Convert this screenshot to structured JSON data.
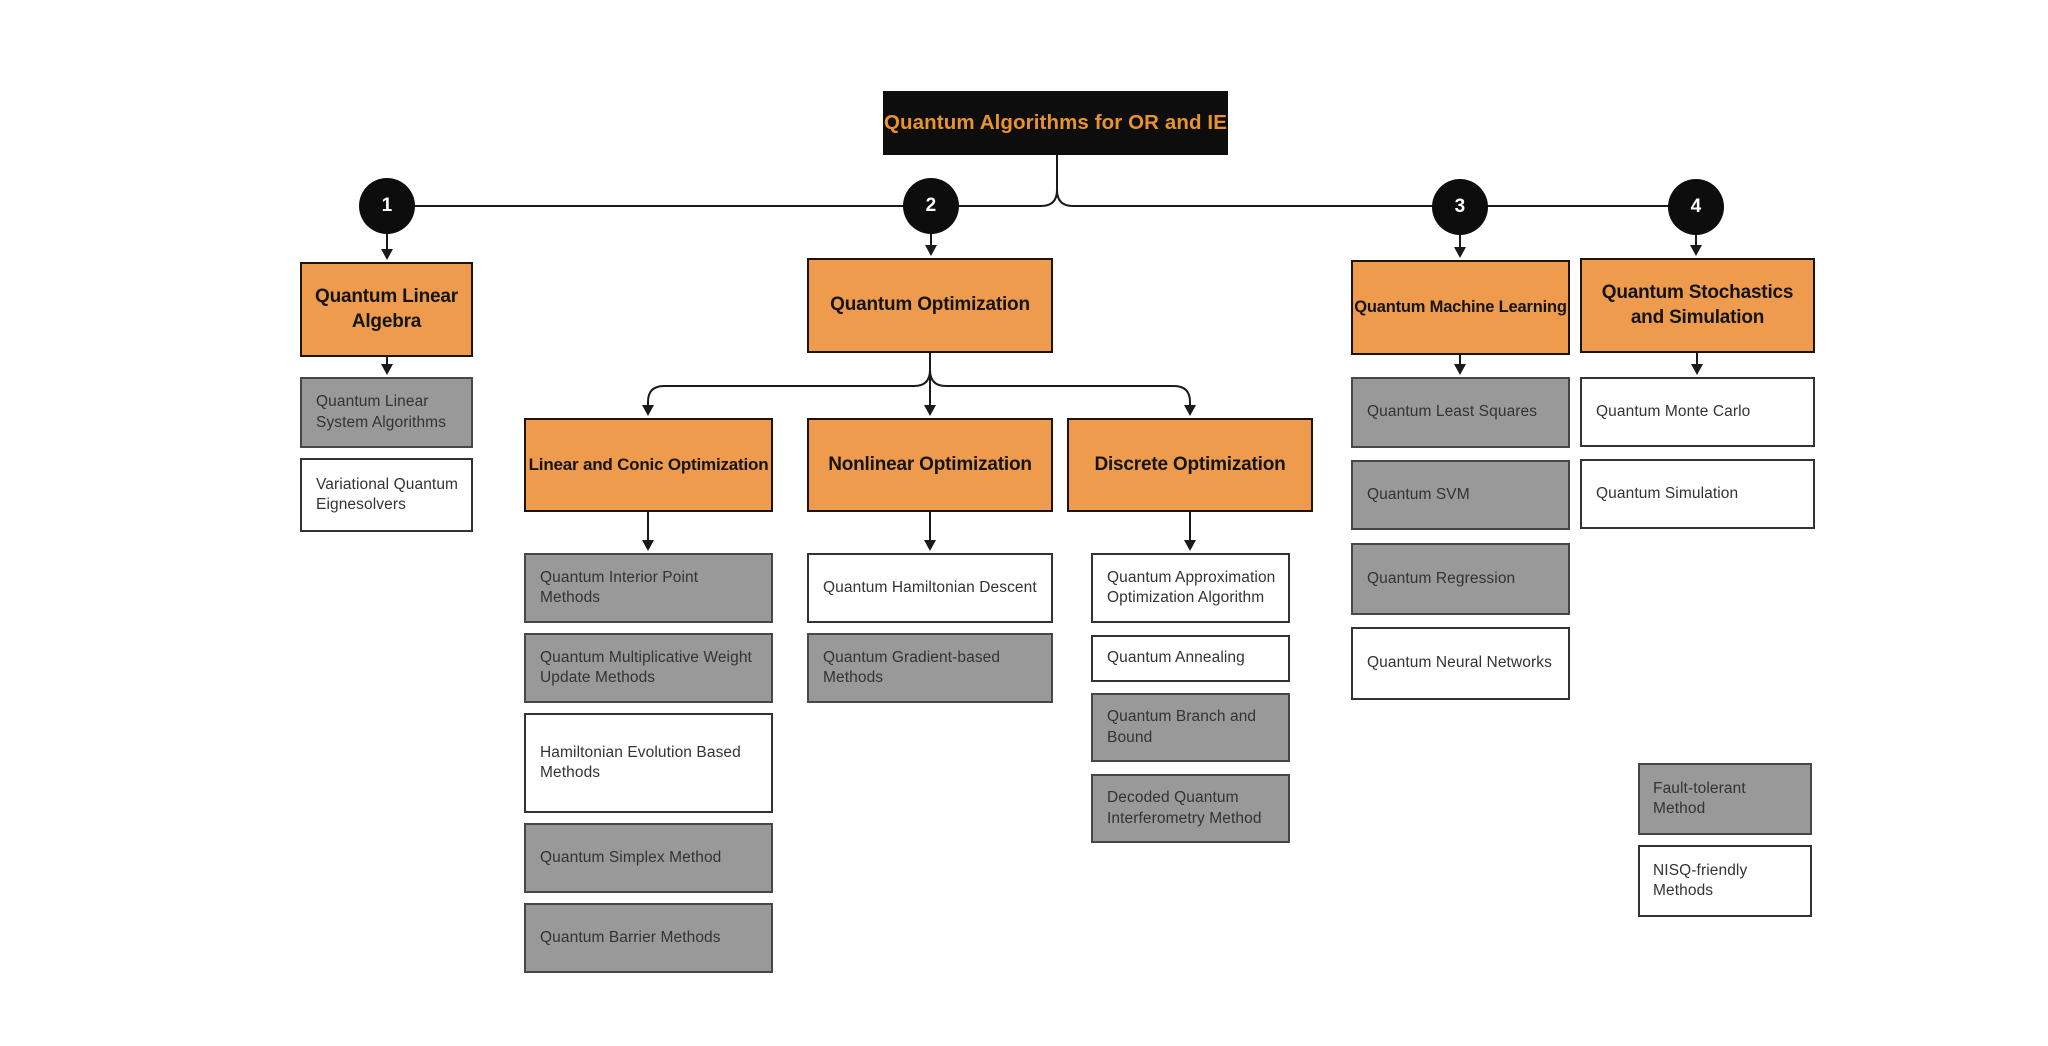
{
  "root": {
    "label": "Quantum Algorithms for OR and IE"
  },
  "colors": {
    "category_fill": "#EE9B4D",
    "root_fill": "#0D0D0D",
    "root_text": "#E9932F",
    "fault_tolerant_fill": "#999999",
    "nisq_friendly_fill": "#FFFFFF",
    "connector": "#1A1A1A"
  },
  "branches": [
    {
      "number": "1",
      "label": "Quantum Linear Algebra",
      "children": [
        {
          "label": "Quantum Linear System Algorithms",
          "type": "fault_tolerant"
        },
        {
          "label": "Variational Quantum Eignesolvers",
          "type": "nisq_friendly"
        }
      ]
    },
    {
      "number": "2",
      "label": "Quantum Optimization",
      "subcategories": [
        {
          "label": "Linear and Conic Optimization",
          "children": [
            {
              "label": "Quantum Interior Point Methods",
              "type": "fault_tolerant"
            },
            {
              "label": "Quantum Multiplicative Weight Update Methods",
              "type": "fault_tolerant"
            },
            {
              "label": "Hamiltonian Evolution Based Methods",
              "type": "nisq_friendly"
            },
            {
              "label": "Quantum Simplex Method",
              "type": "fault_tolerant"
            },
            {
              "label": "Quantum Barrier Methods",
              "type": "fault_tolerant"
            }
          ]
        },
        {
          "label": "Nonlinear Optimization",
          "children": [
            {
              "label": "Quantum Hamiltonian Descent",
              "type": "nisq_friendly"
            },
            {
              "label": "Quantum Gradient-based Methods",
              "type": "fault_tolerant"
            }
          ]
        },
        {
          "label": "Discrete Optimization",
          "children": [
            {
              "label": "Quantum Approximation Optimization Algorithm",
              "type": "nisq_friendly"
            },
            {
              "label": "Quantum Annealing",
              "type": "nisq_friendly"
            },
            {
              "label": "Quantum Branch and Bound",
              "type": "fault_tolerant"
            },
            {
              "label": "Decoded Quantum Interferometry Method",
              "type": "fault_tolerant"
            }
          ]
        }
      ]
    },
    {
      "number": "3",
      "label": "Quantum Machine Learning",
      "children": [
        {
          "label": "Quantum Least Squares",
          "type": "fault_tolerant"
        },
        {
          "label": "Quantum SVM",
          "type": "fault_tolerant"
        },
        {
          "label": "Quantum Regression",
          "type": "fault_tolerant"
        },
        {
          "label": "Quantum Neural Networks",
          "type": "nisq_friendly"
        }
      ]
    },
    {
      "number": "4",
      "label": "Quantum Stochastics and Simulation",
      "children": [
        {
          "label": "Quantum Monte Carlo",
          "type": "nisq_friendly"
        },
        {
          "label": "Quantum Simulation",
          "type": "nisq_friendly"
        }
      ]
    }
  ],
  "legend": [
    {
      "label": "Fault-tolerant Method",
      "type": "fault_tolerant"
    },
    {
      "label": "NISQ-friendly Methods",
      "type": "nisq_friendly"
    }
  ]
}
